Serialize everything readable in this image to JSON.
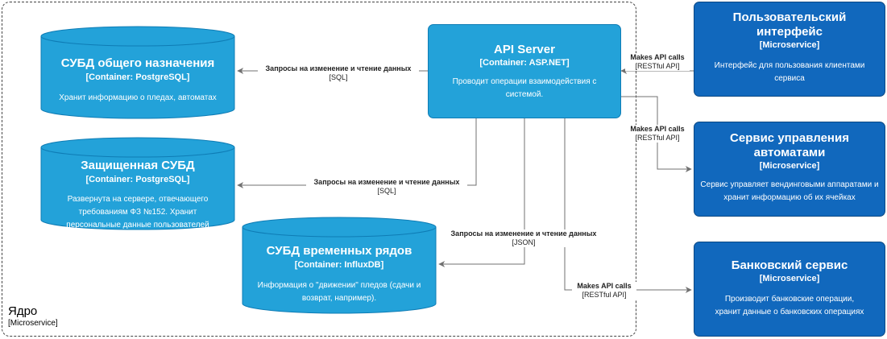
{
  "boundary": {
    "title": "Ядро",
    "tag": "[Microservice]"
  },
  "api_server": {
    "title": "API Server",
    "tag": "[Container: ASP.NET]",
    "desc": "Проводит операции взаимодействия с системой."
  },
  "db_general": {
    "title": "СУБД общего назначения",
    "tag": "[Container: PostgreSQL]",
    "desc": "Хранит информацию о пледах, автоматах"
  },
  "db_secure": {
    "title": "Защищенная СУБД",
    "tag": "[Container: PostgreSQL]",
    "desc": "Развернута на сервере, отвечающего требованиям ФЗ №152. Хранит персональные данные пользователей"
  },
  "db_timeseries": {
    "title": "СУБД временных рядов",
    "tag": "[Container: InfluxDB]",
    "desc": "Информация о \"движении\" пледов (сдачи и возврат, например)."
  },
  "ext_ui": {
    "title": "Пользовательский интерфейс",
    "tag": "[Microservice]",
    "desc": "Интерфейс для пользования клиентами сервиса"
  },
  "ext_vending": {
    "title": "Сервис управления автоматами",
    "tag": "[Microservice]",
    "desc": "Сервис управляет вендинговыми аппаратами и хранит информацию об их ячейках"
  },
  "ext_bank": {
    "title": "Банковский сервис",
    "tag": "[Microservice]",
    "desc": "Производит банковские операции, хранит данные о банковских операциях"
  },
  "rel_db_general": {
    "label": "Запросы на изменение и чтение данных",
    "tech": "[SQL]"
  },
  "rel_db_secure": {
    "label": "Запросы на изменение и чтение данных",
    "tech": "[SQL]"
  },
  "rel_db_timeseries": {
    "label": "Запросы на изменение и чтение данных",
    "tech": "[JSON]"
  },
  "rel_ui": {
    "label": "Makes API calls",
    "tech": "[RESTful API]"
  },
  "rel_vending": {
    "label": "Makes API calls",
    "tech": "[RESTful API]"
  },
  "rel_bank": {
    "label": "Makes API calls",
    "tech": "[RESTful API]"
  },
  "colors": {
    "container": "#23a2d9",
    "container_border": "#0e7cb5",
    "external": "#1168bd",
    "external_border": "#0b4884",
    "line": "#707070",
    "boundary": "#444444"
  }
}
